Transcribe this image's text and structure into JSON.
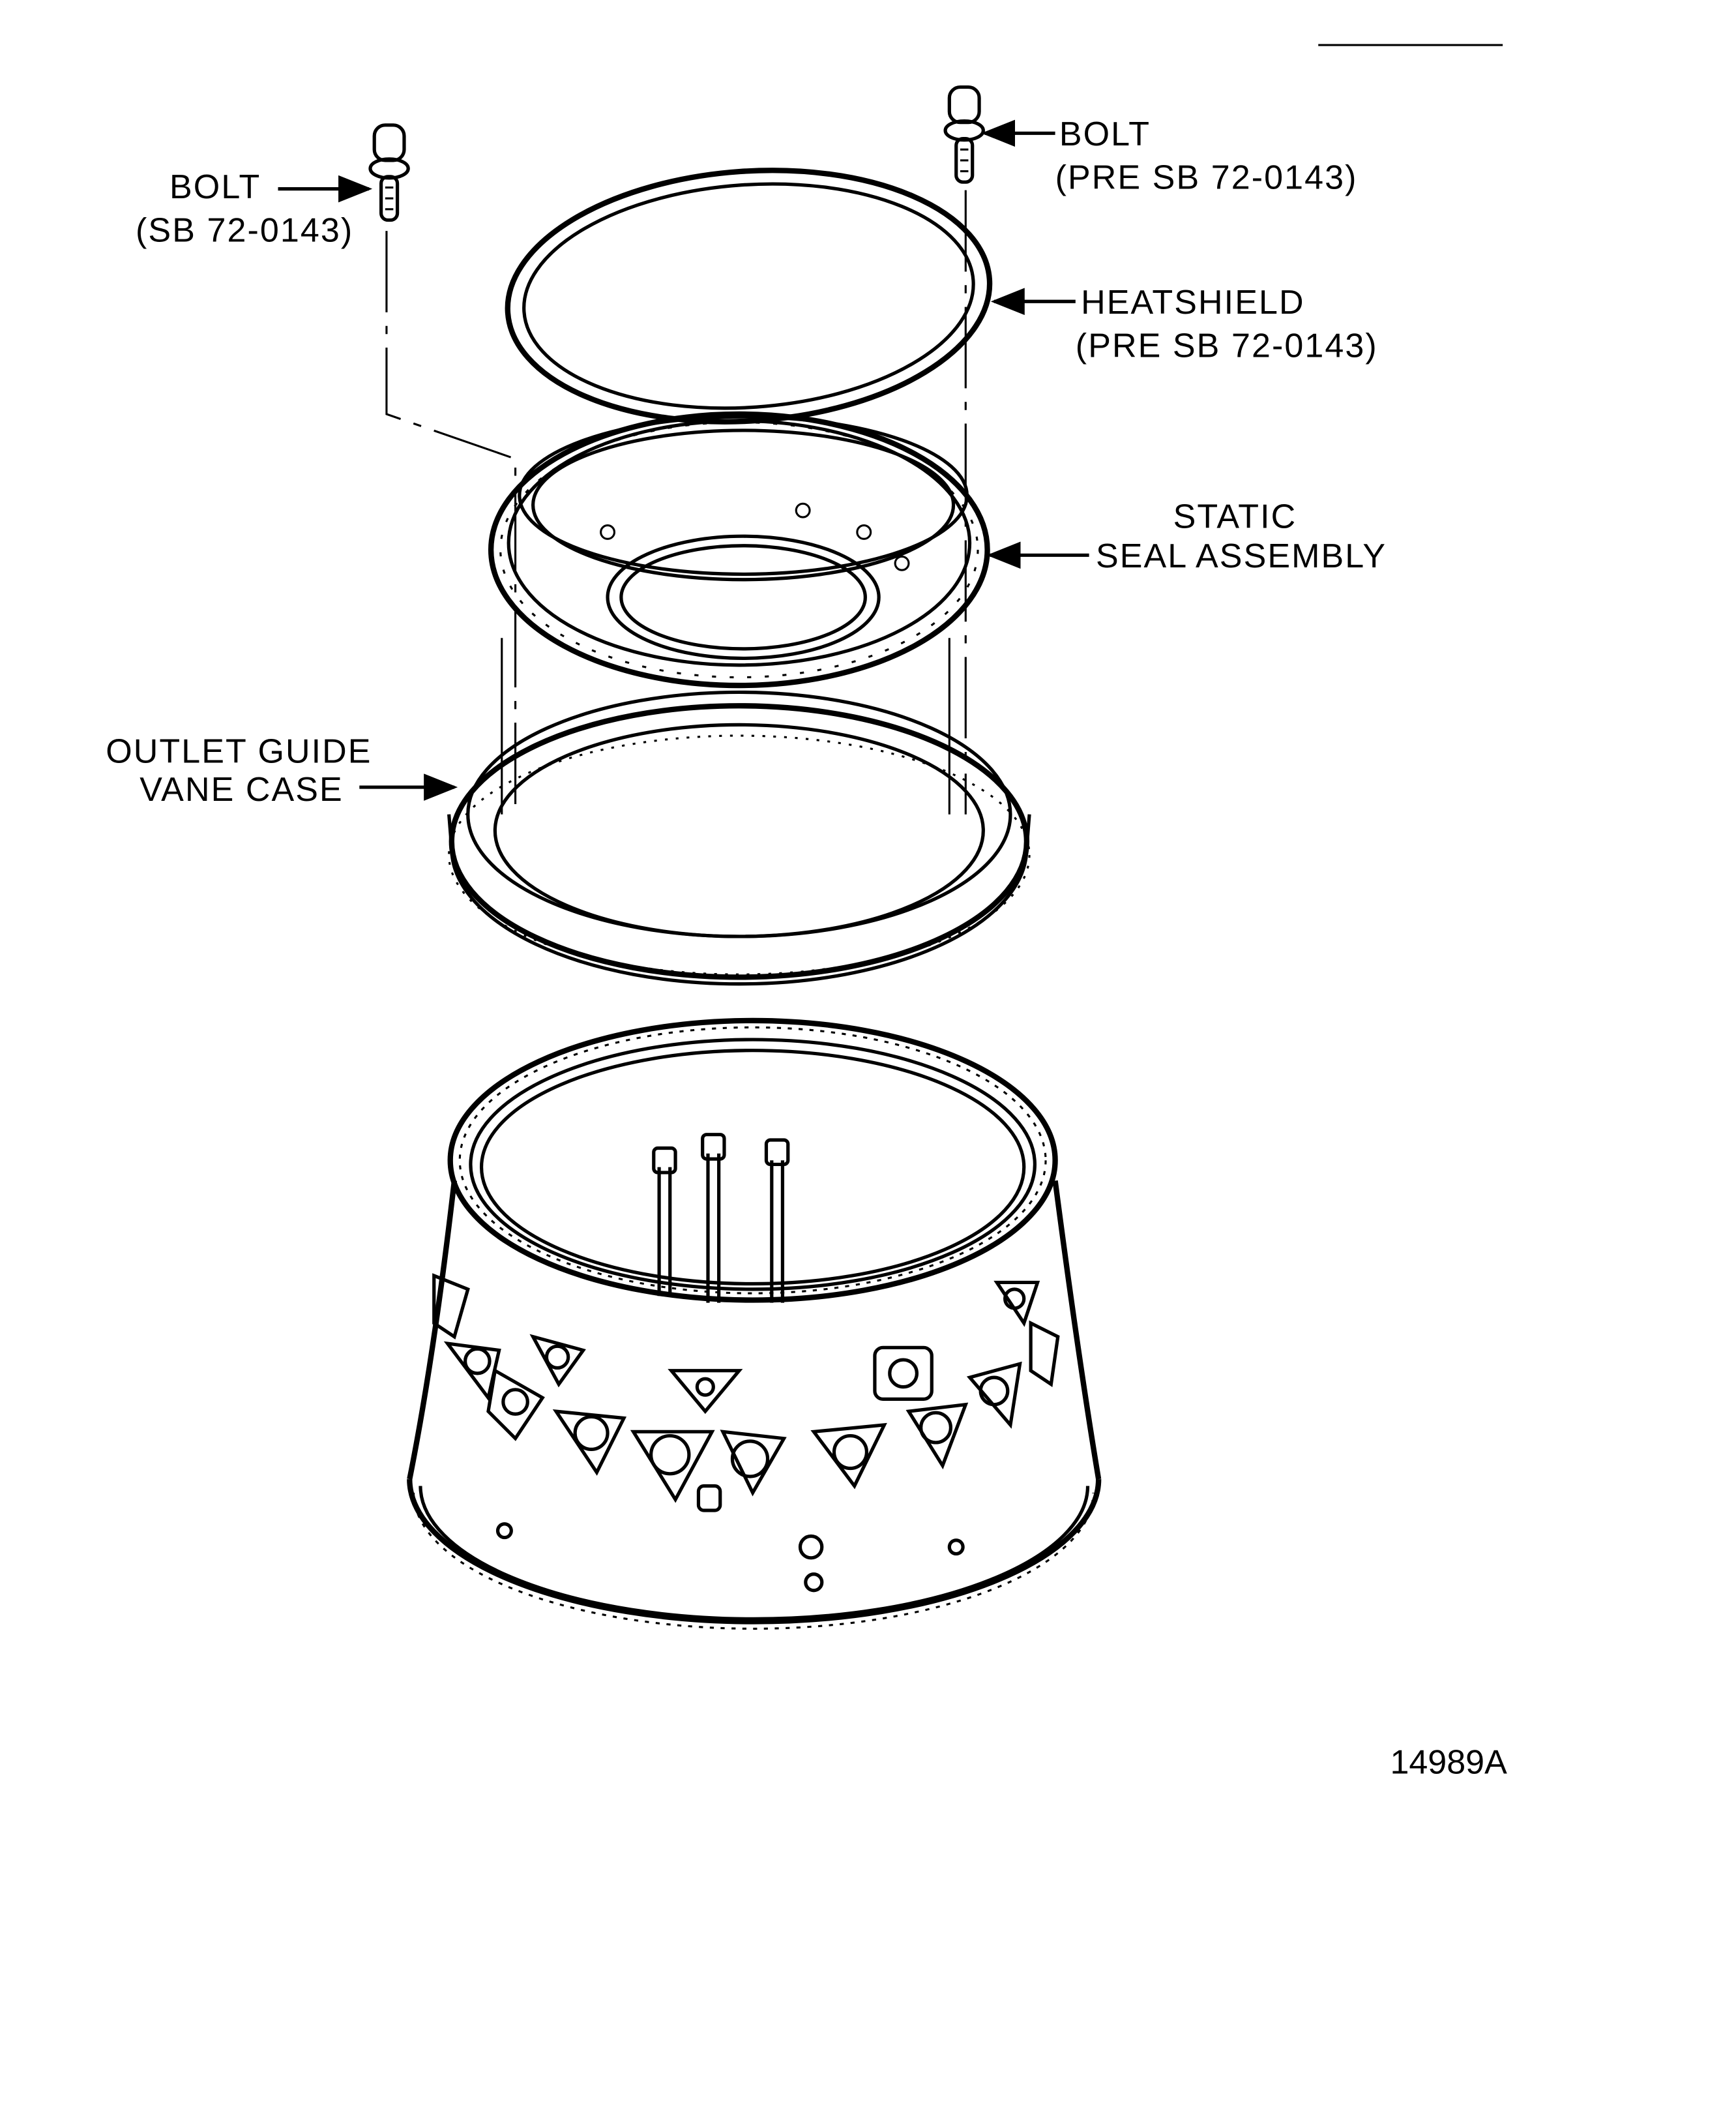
{
  "labels": {
    "bolt_left": "BOLT",
    "bolt_left_note": "(SB 72-0143)",
    "bolt_right": "BOLT",
    "bolt_right_note": "(PRE SB 72-0143)",
    "heatshield": "HEATSHIELD",
    "heatshield_note": "(PRE SB 72-0143)",
    "static_seal_1": "STATIC",
    "static_seal_2": "SEAL ASSEMBLY",
    "ogv_case_1": "OUTLET GUIDE",
    "ogv_case_2": "VANE CASE",
    "figure_number": "14989A"
  },
  "colors": {
    "ink": "#000000",
    "paper": "#ffffff"
  }
}
